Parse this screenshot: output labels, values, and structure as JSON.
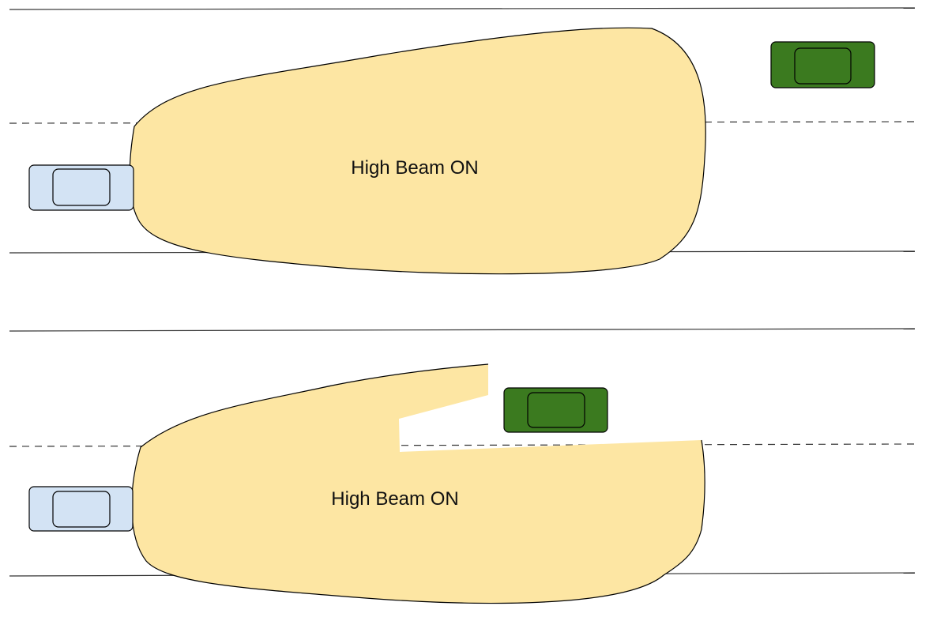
{
  "colors": {
    "beam_fill": "#fde6a3",
    "own_car_fill": "#d3e3f4",
    "oncoming_car_fill": "#3b7a1f",
    "outline": "#000000",
    "road_line": "#333333"
  },
  "panels": [
    {
      "label": "High Beam ON",
      "beam_shape": "full",
      "own_car_icon": "car-icon",
      "oncoming_car_icon": "car-icon"
    },
    {
      "label": "High Beam ON",
      "beam_shape": "notched",
      "own_car_icon": "car-icon",
      "oncoming_car_icon": "car-icon"
    }
  ]
}
